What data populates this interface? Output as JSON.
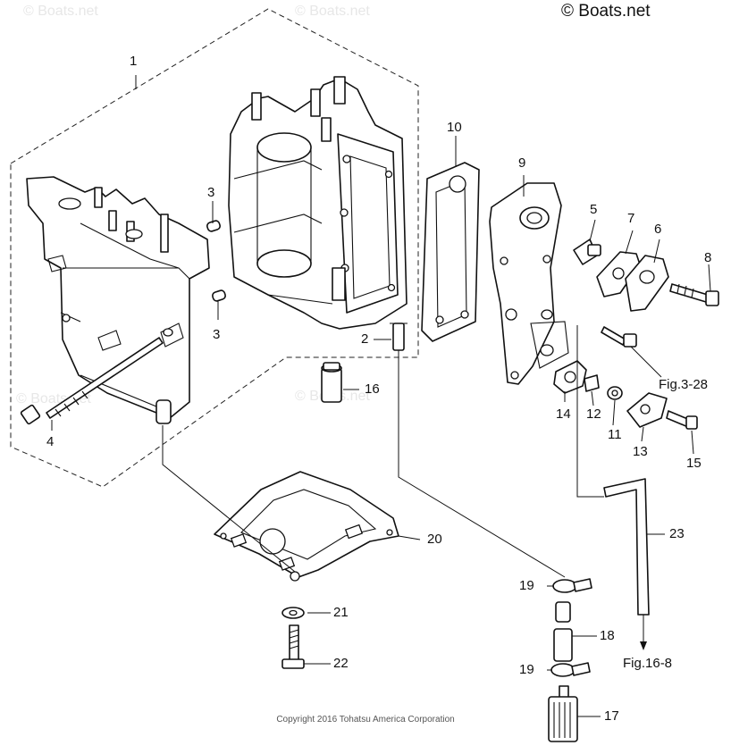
{
  "watermarks": [
    "© Boats.net",
    "© Boats.net",
    "© Boats.net",
    "© Boats.net"
  ],
  "brand": "© Boats.net",
  "copyright": "Copyright 2016 Tohatsu America Corporation",
  "callouts": {
    "p1": "1",
    "p2": "2",
    "p3a": "3",
    "p3b": "3",
    "p4": "4",
    "p5": "5",
    "p6": "6",
    "p7": "7",
    "p8": "8",
    "p9": "9",
    "p10": "10",
    "p11": "11",
    "p12": "12",
    "p13": "13",
    "p14": "14",
    "p15": "15",
    "p16": "16",
    "p17": "17",
    "p18": "18",
    "p19a": "19",
    "p19b": "19",
    "p20": "20",
    "p21": "21",
    "p22": "22",
    "p23": "23"
  },
  "references": {
    "fig_3_28": "Fig.3-28",
    "fig_16_8": "Fig.16-8"
  }
}
